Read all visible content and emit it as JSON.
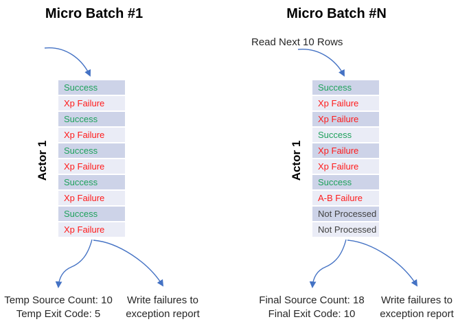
{
  "colors": {
    "accent_blue": "#4472C4",
    "success_green": "#1FA15C",
    "failure_red": "#FF1A1A",
    "neutral_dark": "#404040",
    "band_dark": "#CDD3E8",
    "band_light": "#EAECF6",
    "title_black": "#000000",
    "body_black": "#262626"
  },
  "batches": [
    {
      "title": "Micro Batch #1",
      "actor_label": "Actor 1",
      "rows": [
        {
          "label": "Success",
          "status": "success"
        },
        {
          "label": "Xp Failure",
          "status": "failure"
        },
        {
          "label": "Success",
          "status": "success"
        },
        {
          "label": "Xp Failure",
          "status": "failure"
        },
        {
          "label": "Success",
          "status": "success"
        },
        {
          "label": "Xp Failure",
          "status": "failure"
        },
        {
          "label": "Success",
          "status": "success"
        },
        {
          "label": "Xp Failure",
          "status": "failure"
        },
        {
          "label": "Success",
          "status": "success"
        },
        {
          "label": "Xp Failure",
          "status": "failure"
        }
      ],
      "counts": {
        "line1": "Temp Source Count: 10",
        "line2": "Temp Exit Code: 5"
      },
      "failures_note": {
        "line1": "Write failures to",
        "line2": "exception report"
      }
    },
    {
      "title": "Micro Batch #N",
      "actor_label": "Actor 1",
      "read_label": "Read Next 10 Rows",
      "rows": [
        {
          "label": "Success",
          "status": "success"
        },
        {
          "label": "Xp Failure",
          "status": "failure"
        },
        {
          "label": "Xp Failure",
          "status": "failure"
        },
        {
          "label": "Success",
          "status": "success"
        },
        {
          "label": "Xp Failure",
          "status": "failure"
        },
        {
          "label": "Xp Failure",
          "status": "failure"
        },
        {
          "label": "Success",
          "status": "success"
        },
        {
          "label": "A-B Failure",
          "status": "failure"
        },
        {
          "label": "Not Processed",
          "status": "neutral"
        },
        {
          "label": "Not Processed",
          "status": "neutral"
        }
      ],
      "counts": {
        "line1": "Final Source Count: 18",
        "line2": "Final Exit Code: 10"
      },
      "failures_note": {
        "line1": "Write failures to",
        "line2": "exception report"
      }
    }
  ]
}
